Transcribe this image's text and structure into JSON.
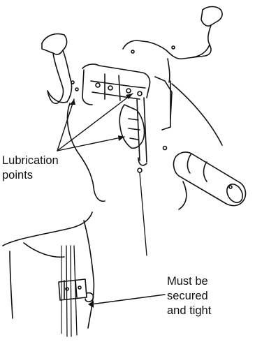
{
  "labels": {
    "lubrication": {
      "line1": "Lubrication",
      "line2": "points"
    },
    "secured": {
      "line1": "Must be",
      "line2": "secured",
      "line3": "and tight"
    }
  },
  "colors": {
    "ink": "#111111",
    "paper": "#ffffff"
  }
}
